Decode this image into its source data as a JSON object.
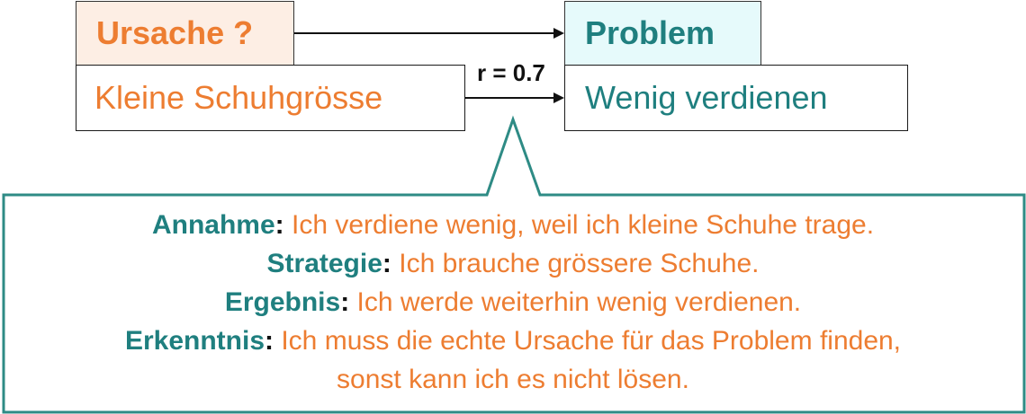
{
  "cause": {
    "header": "Ursache ?",
    "body": "Kleine Schuhgrösse"
  },
  "problem": {
    "header": "Problem",
    "body": "Wenig verdienen"
  },
  "correlation": "r = 0.7",
  "callout": {
    "lines": [
      {
        "label": "Annahme",
        "text": " Ich verdiene wenig, weil ich kleine Schuhe trage."
      },
      {
        "label": "Strategie",
        "text": " Ich brauche grössere Schuhe."
      },
      {
        "label": "Ergebnis",
        "text": " Ich werde weiterhin wenig verdienen."
      },
      {
        "label": "Erkenntnis",
        "text": " Ich muss die echte Ursache für das Problem finden,"
      }
    ],
    "continuation": "sonst kann ich es nicht lösen."
  },
  "colors": {
    "cause": "#ed7d31",
    "problem": "#1f7f7f",
    "cause_fill": "#fdeee4",
    "problem_fill": "#e6fafb",
    "callout_border": "#2e8b85"
  }
}
